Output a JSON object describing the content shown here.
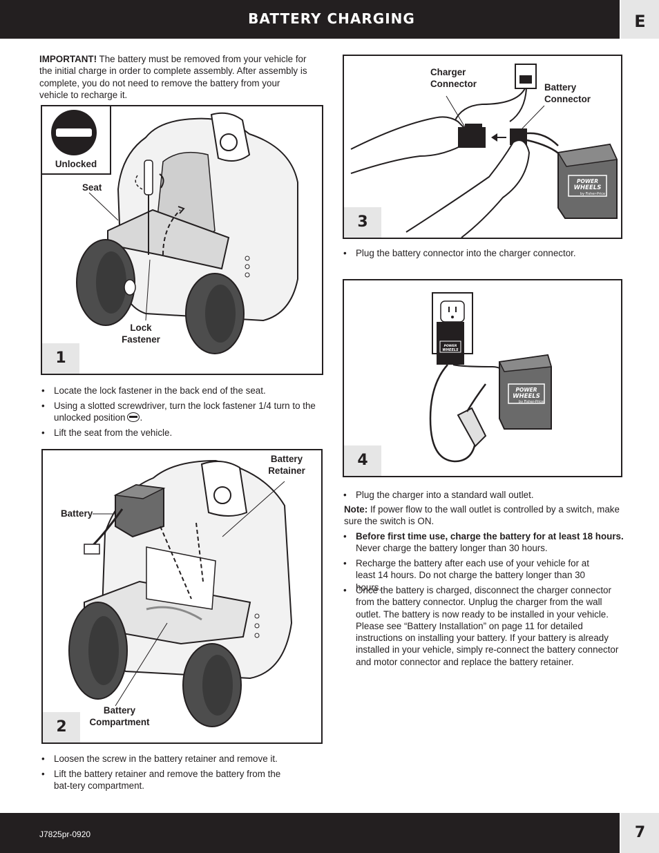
{
  "header": {
    "title": "BATTERY CHARGING",
    "lang": "E"
  },
  "footer": {
    "code": "J7825pr-0920",
    "page": "7"
  },
  "intro": {
    "strong": "IMPORTANT!",
    "text": " The battery must be removed from your vehicle for the initial charge in order to complete assembly. After assembly is complete, you do not need to remove the battery from your vehicle to recharge it."
  },
  "fig1": {
    "num": "1",
    "unlocked": "Unlocked",
    "seat": "Seat",
    "lock_line1": "Lock",
    "lock_line2": "Fastener"
  },
  "steps1": [
    "Locate the lock fastener in the back end of the seat.",
    "Using a slotted screwdriver, turn the lock fastener 1/4 turn to the unlocked position",
    "Lift the seat from the vehicle."
  ],
  "fig2": {
    "num": "2",
    "battery": "Battery",
    "retainer_line1": "Battery",
    "retainer_line2": "Retainer",
    "compartment_line1": "Battery",
    "compartment_line2": "Compartment"
  },
  "steps2": [
    "Loosen the screw in the battery retainer and remove it.",
    "Lift the battery retainer and remove the battery from the bat-tery compartment."
  ],
  "fig3": {
    "num": "3",
    "charger_line1": "Charger",
    "charger_line2": "Connector",
    "battery_line1": "Battery",
    "battery_line2": "Connector",
    "brand_line1": "POWER",
    "brand_line2": "WHEELS",
    "brand_line3": "by Fisher-Price"
  },
  "steps3": [
    "Plug the battery connector into the charger connector."
  ],
  "fig4": {
    "num": "4",
    "brand_line1": "POWER",
    "brand_line2": "WHEELS",
    "brand_line3": "by Fisher-Price"
  },
  "steps4": {
    "plug": "Plug the charger into a standard wall outlet.",
    "note_strong": "Note:",
    "note_text": " If power flow to the wall outlet is controlled by a switch, make sure the switch is ON.",
    "first_strong": "Before first time use, charge the battery for at least 18 hours.",
    "first_text": " Never charge the battery longer than 30 hours.",
    "recharge": "Recharge the battery after each use of your vehicle for at least 14 hours. Do not charge the battery longer than 30 hours.",
    "once": "Once the battery is charged, disconnect the charger connector from the battery connector. Unplug the charger from the wall outlet. The battery is now ready to be installed in your vehicle. Please see “Battery Installation” on page 11 for detailed instructions on installing your battery. If your battery is already installed in your vehicle, simply re-connect the battery connector and motor connector and replace the battery retainer."
  }
}
